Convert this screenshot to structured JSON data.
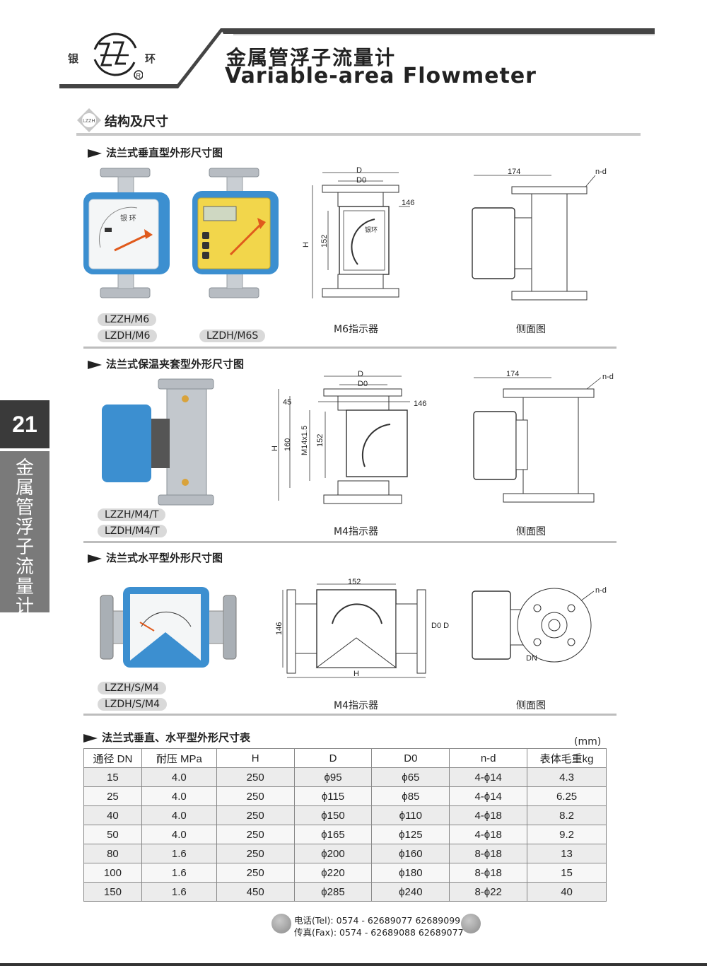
{
  "header": {
    "logo_left": "银",
    "logo_right": "环",
    "title_cn": "金属管浮子流量计",
    "title_en": "Variable-area Flowmeter"
  },
  "section": {
    "title": "结构及尺寸",
    "badge": "LZZH"
  },
  "side_tab": {
    "page_number": "21",
    "label": "金属管浮子流量计"
  },
  "vertical": {
    "heading": "法兰式垂直型外形尺寸图",
    "models": [
      "LZZH/M6",
      "LZDH/M6",
      "LZDH/M6S"
    ],
    "indicator_caption": "M6指示器",
    "side_caption": "侧面图",
    "dims": {
      "D": "D",
      "D0": "D0",
      "width": "146",
      "height": "152",
      "H": "H",
      "side_width": "174",
      "nd": "n-d"
    },
    "device_brand": "银 环",
    "lcd_color": "#f2d64b",
    "body_color": "#3c8fd0"
  },
  "insulated": {
    "heading": "法兰式保温夹套型外形尺寸图",
    "models": [
      "LZZH/M4/T",
      "LZDH/M4/T"
    ],
    "indicator_caption": "M4指示器",
    "side_caption": "侧面图",
    "dims": {
      "D": "D",
      "D0": "D0",
      "width": "146",
      "top": "45",
      "thread": "M14x1.5",
      "h160": "160",
      "h152": "152",
      "H": "H",
      "side_width": "174",
      "nd": "n-d"
    }
  },
  "horizontal": {
    "heading": "法兰式水平型外形尺寸图",
    "models": [
      "LZZH/S/M4",
      "LZDH/S/M4"
    ],
    "indicator_caption": "M4指示器",
    "side_caption": "侧面图",
    "dims": {
      "top": "152",
      "h146": "146",
      "D0D": "D0 D",
      "H": "H",
      "nd": "n-d",
      "DN": "DN"
    }
  },
  "table": {
    "heading": "法兰式垂直、水平型外形尺寸表",
    "unit": "(mm)",
    "columns": [
      "通径 DN",
      "耐压 MPa",
      "H",
      "D",
      "D0",
      "n-d",
      "表体毛重kg"
    ],
    "rows": [
      [
        "15",
        "4.0",
        "250",
        "ϕ95",
        "ϕ65",
        "4-ϕ14",
        "4.3"
      ],
      [
        "25",
        "4.0",
        "250",
        "ϕ115",
        "ϕ85",
        "4-ϕ14",
        "6.25"
      ],
      [
        "40",
        "4.0",
        "250",
        "ϕ150",
        "ϕ110",
        "4-ϕ18",
        "8.2"
      ],
      [
        "50",
        "4.0",
        "250",
        "ϕ165",
        "ϕ125",
        "4-ϕ18",
        "9.2"
      ],
      [
        "80",
        "1.6",
        "250",
        "ϕ200",
        "ϕ160",
        "8-ϕ18",
        "13"
      ],
      [
        "100",
        "1.6",
        "250",
        "ϕ220",
        "ϕ180",
        "8-ϕ18",
        "15"
      ],
      [
        "150",
        "1.6",
        "450",
        "ϕ285",
        "ϕ240",
        "8-ϕ22",
        "40"
      ]
    ]
  },
  "footer": {
    "tel": "电话(Tel): 0574 - 62689077  62689099",
    "fax": "传真(Fax): 0574 - 62689088  62689077"
  }
}
